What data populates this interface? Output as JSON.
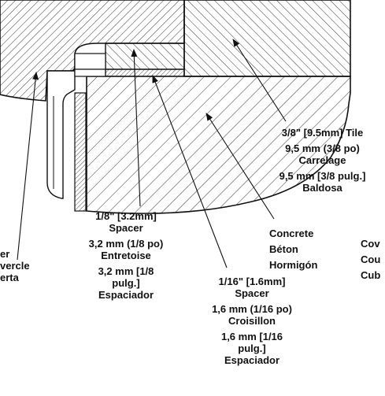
{
  "labels": {
    "cover": {
      "line1": "er",
      "line2": "vercle",
      "line3": "erta"
    },
    "tile": {
      "en": "3/8\" [9.5mm] Tile",
      "fr_a": "9,5 mm (3/8 po)",
      "fr_b": "Carrelage",
      "es_a": "9,5 mm [3/8 pulg.]",
      "es_b": "Baldosa"
    },
    "concrete": {
      "en": "Concrete",
      "fr": "Béton",
      "es": "Hormigón"
    },
    "cover_right": {
      "en": "Cov",
      "fr": "Cou",
      "es": "Cub"
    },
    "spacer_eighth": {
      "en_a": "1/8\" [3.2mm]",
      "en_b": "Spacer",
      "fr_a": "3,2 mm (1/8 po)",
      "fr_b": "Entretoise",
      "es_a": "3,2 mm [1/8",
      "es_b": "pulg.]",
      "es_c": "Espaciador"
    },
    "spacer_sixteenth": {
      "en_a": "1/16\" [1.6mm]",
      "en_b": "Spacer",
      "fr_a": "1,6 mm (1/16 po)",
      "fr_b": "Croisillon",
      "es_a": "1,6 mm [1/16",
      "es_b": "pulg.]",
      "es_c": "Espaciador"
    }
  }
}
